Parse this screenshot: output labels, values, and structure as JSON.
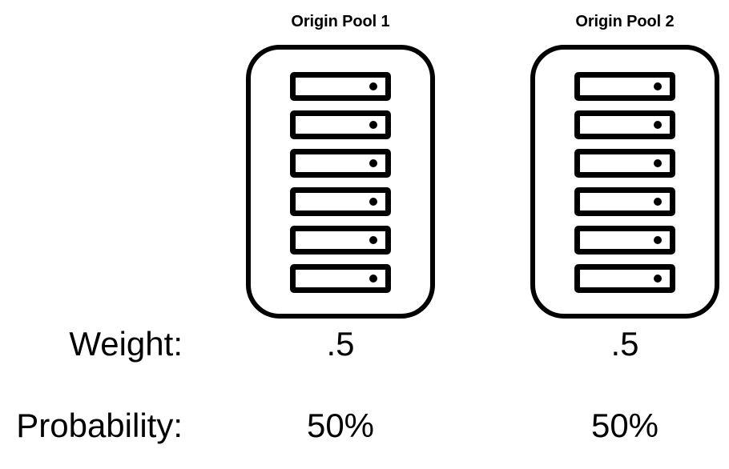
{
  "diagram": {
    "title": "Origin Pool Weighted Load Balancing",
    "background_color": "#ffffff",
    "line_color": "#000000"
  },
  "pools": [
    {
      "title": "Origin Pool 1",
      "server_count": 6,
      "servers": [
        {
          "name": "server-unit-1",
          "led": "status-led"
        },
        {
          "name": "server-unit-2",
          "led": "status-led"
        },
        {
          "name": "server-unit-3",
          "led": "status-led"
        },
        {
          "name": "server-unit-4",
          "led": "status-led"
        },
        {
          "name": "server-unit-5",
          "led": "status-led"
        },
        {
          "name": "server-unit-6",
          "led": "status-led"
        }
      ],
      "weight": ".5",
      "probability": "50%"
    },
    {
      "title": "Origin Pool 2",
      "server_count": 6,
      "servers": [
        {
          "name": "server-unit-1",
          "led": "status-led"
        },
        {
          "name": "server-unit-2",
          "led": "status-led"
        },
        {
          "name": "server-unit-3",
          "led": "status-led"
        },
        {
          "name": "server-unit-4",
          "led": "status-led"
        },
        {
          "name": "server-unit-5",
          "led": "status-led"
        },
        {
          "name": "server-unit-6",
          "led": "status-led"
        }
      ],
      "weight": ".5",
      "probability": "50%"
    }
  ],
  "rows": {
    "weight_label": "Weight:",
    "probability_label": "Probability:"
  }
}
